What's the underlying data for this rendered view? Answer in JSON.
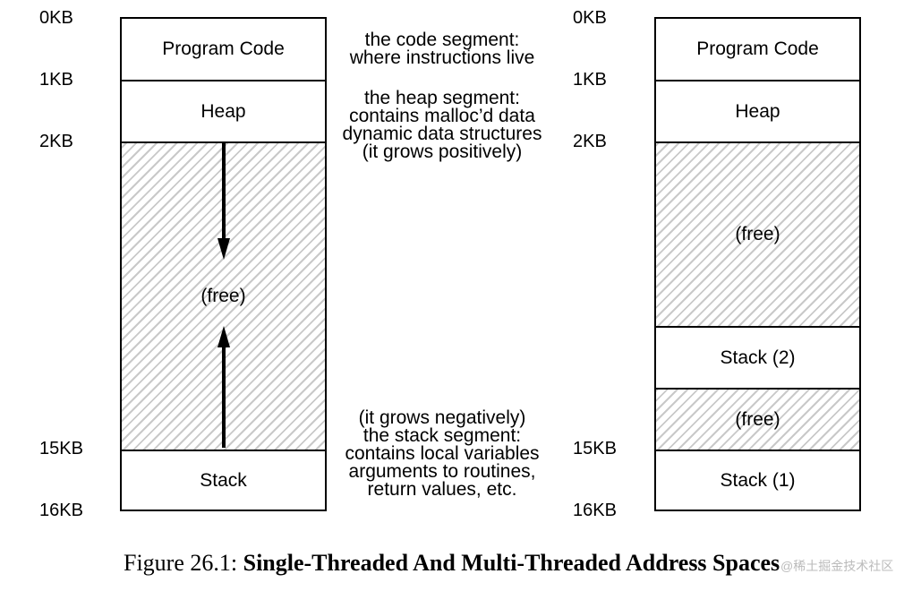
{
  "left": {
    "labels": [
      "0KB",
      "1KB",
      "2KB",
      "15KB",
      "16KB"
    ],
    "segments": {
      "code": "Program Code",
      "heap": "Heap",
      "free": "(free)",
      "stack": "Stack"
    }
  },
  "right": {
    "labels": [
      "0KB",
      "1KB",
      "2KB",
      "15KB",
      "16KB"
    ],
    "segments": {
      "code": "Program Code",
      "heap": "Heap",
      "free1": "(free)",
      "stack2": "Stack (2)",
      "free2": "(free)",
      "stack1": "Stack (1)"
    }
  },
  "annotations": {
    "code": [
      "the code segment:",
      "where instructions live"
    ],
    "heap": [
      "the heap segment:",
      "contains malloc’d data",
      "dynamic data structures",
      "(it grows positively)"
    ],
    "stack": [
      "(it grows negatively)",
      "the stack segment:",
      "contains local variables",
      "arguments to routines,",
      "return values, etc."
    ]
  },
  "caption": {
    "prefix": "Figure 26.1: ",
    "title": "Single-Threaded And Multi-Threaded Address Spaces"
  },
  "watermark": "@稀土掘金技术社区"
}
